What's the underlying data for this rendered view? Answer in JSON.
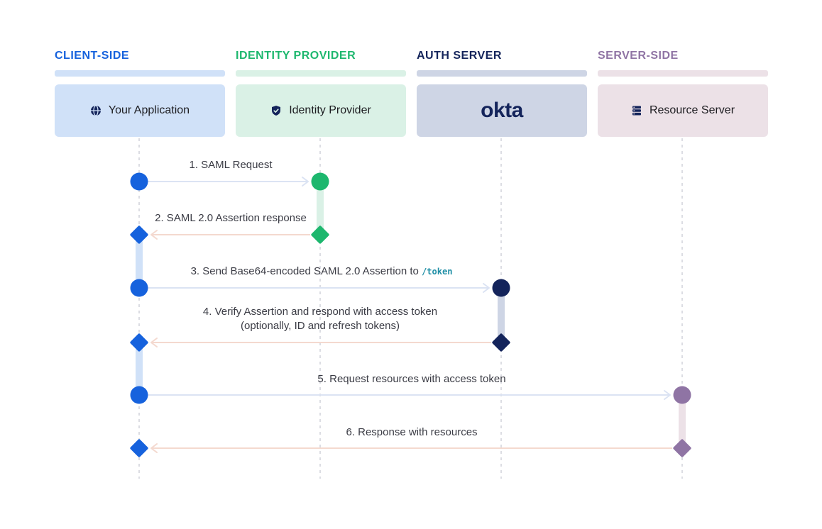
{
  "lanes": [
    {
      "title": "CLIENT-SIDE",
      "box_label": "Your Application",
      "icon": "globe-icon",
      "title_color": "#1662dd",
      "bar_color": "#d0e1f8",
      "box_color": "#d0e1f8"
    },
    {
      "title": "IDENTITY PROVIDER",
      "box_label": "Identity Provider",
      "icon": "shield-check-icon",
      "title_color": "#1db76e",
      "bar_color": "#daf1e6",
      "box_color": "#daf1e6"
    },
    {
      "title": "AUTH SERVER",
      "box_label": "okta",
      "icon": "okta-logo",
      "title_color": "#14245b",
      "bar_color": "#ced5e5",
      "box_color": "#ced5e5"
    },
    {
      "title": "SERVER-SIDE",
      "box_label": "Resource Server",
      "icon": "server-icon",
      "title_color": "#8f74a4",
      "bar_color": "#ece1e7",
      "box_color": "#ece1e7"
    }
  ],
  "messages": [
    {
      "label": "1. SAML Request",
      "code": ""
    },
    {
      "label": "2. SAML 2.0 Assertion response",
      "code": ""
    },
    {
      "label": "3. Send Base64-encoded SAML 2.0 Assertion to ",
      "code": "/token"
    },
    {
      "label": "4. Verify Assertion and respond with access token",
      "label2": "(optionally, ID and refresh tokens)",
      "code": ""
    },
    {
      "label": "5. Request resources with access token",
      "code": ""
    },
    {
      "label": "6. Response with resources",
      "code": ""
    }
  ],
  "colors": {
    "client": "#1662dd",
    "idp": "#1db76e",
    "auth": "#14245b",
    "server": "#8f74a4",
    "request_arrow": "#dbe3f3",
    "response_arrow": "#f4d9cf",
    "lifeline": "#dcdde3"
  }
}
